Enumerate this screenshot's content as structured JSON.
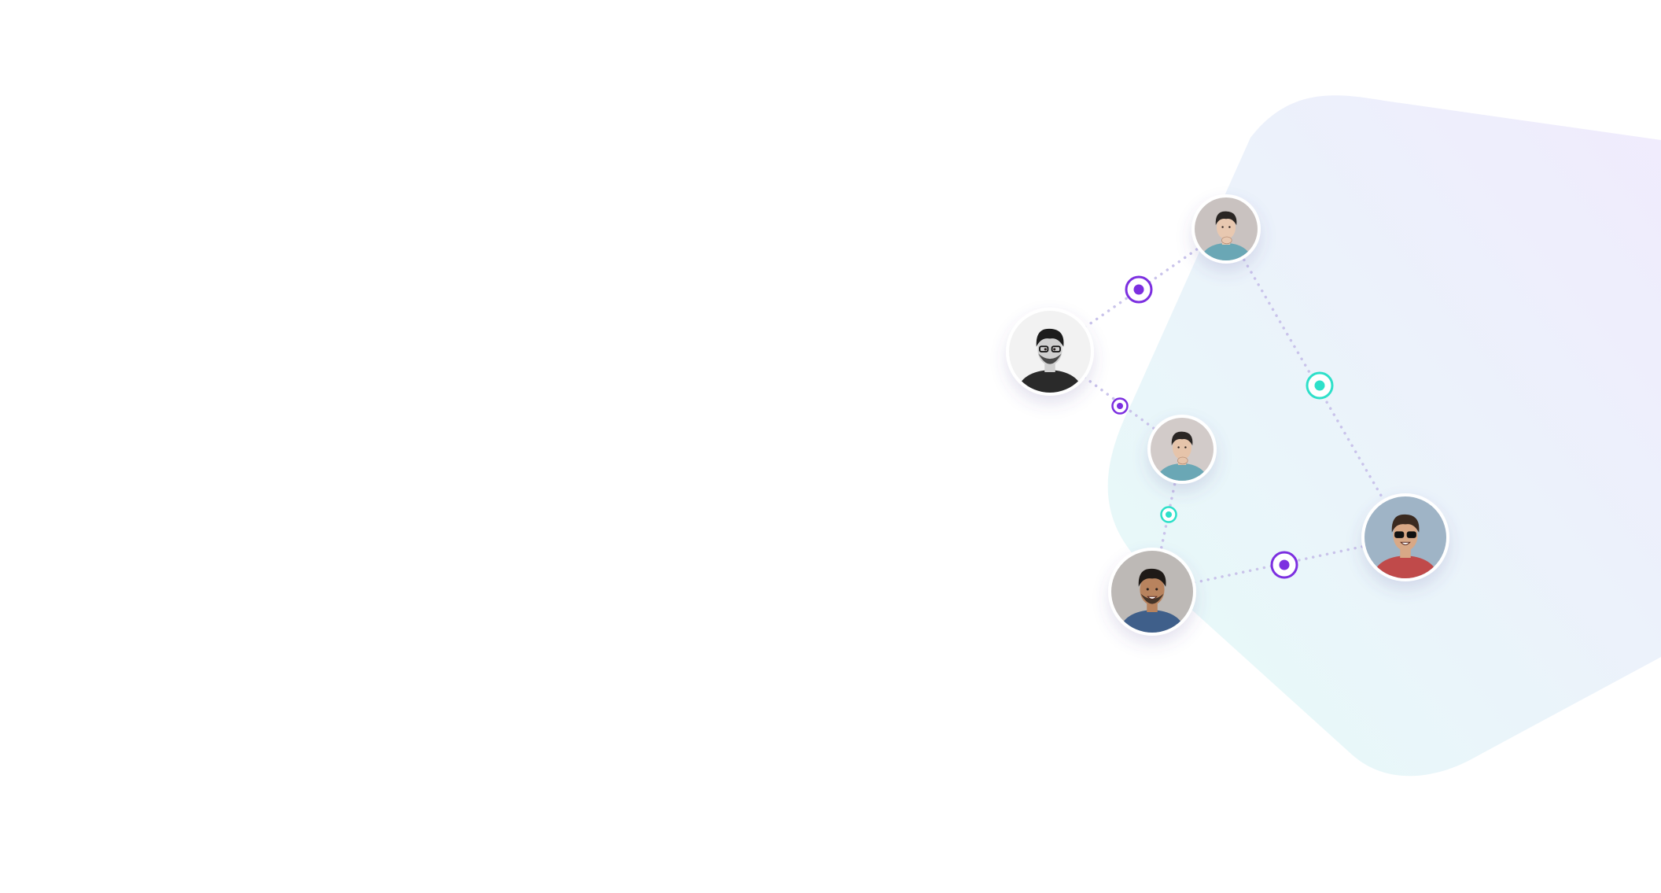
{
  "colors": {
    "background": "#ffffff",
    "blob_start": "#e6fbf8",
    "blob_end": "#f0ebfd",
    "connector_line": "#c9c3ea",
    "purple": "#7c2fe0",
    "teal": "#2ee0c9",
    "avatar_ring": "#ffffff"
  },
  "network": {
    "avatars": [
      {
        "id": "top-man-hand-on-chin",
        "icon": "avatar-man-hand-on-chin",
        "tone": "#c9c2c0",
        "skin": "#e8c8b0",
        "hair": "#2a2624",
        "shirt": "#6aa7b5"
      },
      {
        "id": "left-man-glasses-bw",
        "icon": "avatar-man-glasses-monochrome",
        "tone": "#f2f2f2",
        "skin": "#cfcfcf",
        "hair": "#1c1c1c",
        "shirt": "#2a2a2a"
      },
      {
        "id": "middle-man-hand-on-chin",
        "icon": "avatar-man-hand-on-chin",
        "tone": "#d2cbc9",
        "skin": "#e6c4aa",
        "hair": "#2a2624",
        "shirt": "#6aa7b5"
      },
      {
        "id": "bottom-man-smiling",
        "icon": "avatar-man-smiling-beard",
        "tone": "#bdb9b6",
        "skin": "#b8835e",
        "hair": "#1f1a17",
        "shirt": "#3f5f8a"
      },
      {
        "id": "right-man-sunglasses",
        "icon": "avatar-man-sunglasses-outdoor",
        "tone": "#9fb4c6",
        "skin": "#d8a886",
        "hair": "#3a2a20",
        "shirt": "#c04a4a"
      }
    ],
    "links": [
      {
        "from": "top-man-hand-on-chin",
        "to": "left-man-glasses-bw",
        "marker": "purple",
        "marker_size": "large"
      },
      {
        "from": "top-man-hand-on-chin",
        "to": "right-man-sunglasses",
        "marker": "teal",
        "marker_size": "large"
      },
      {
        "from": "left-man-glasses-bw",
        "to": "middle-man-hand-on-chin",
        "marker": "purple",
        "marker_size": "small"
      },
      {
        "from": "middle-man-hand-on-chin",
        "to": "bottom-man-smiling",
        "marker": "teal",
        "marker_size": "small"
      },
      {
        "from": "bottom-man-smiling",
        "to": "right-man-sunglasses",
        "marker": "purple",
        "marker_size": "large"
      }
    ]
  }
}
